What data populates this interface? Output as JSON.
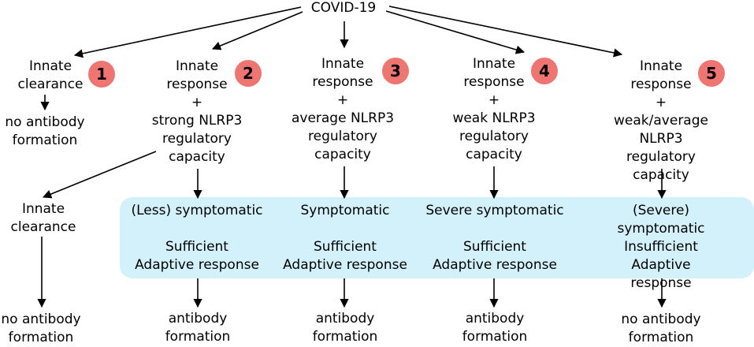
{
  "colors": {
    "badge": "#f07470",
    "band": "#d3f1fa",
    "arrow": "#000000"
  },
  "root": {
    "label": "COVID-19"
  },
  "scenarios": [
    {
      "number": "1",
      "innate": "Innate\nclearance",
      "outcome": "no antibody\nformation",
      "branch": {
        "innate": "Innate\nclearance",
        "outcome": "no antibody\nformation"
      }
    },
    {
      "number": "2",
      "innate": "Innate\nresponse\n+\nstrong NLRP3\nregulatory\ncapacity",
      "symptoms": "(Less) symptomatic",
      "adaptive": "Sufficient\nAdaptive response",
      "outcome": "antibody\nformation"
    },
    {
      "number": "3",
      "innate": "Innate\nresponse\n+\naverage NLRP3\nregulatory\ncapacity",
      "symptoms": "Symptomatic",
      "adaptive": "Sufficient\nAdaptive response",
      "outcome": "antibody\nformation"
    },
    {
      "number": "4",
      "innate": "Innate\nresponse\n+\nweak NLRP3\nregulatory\ncapacity",
      "symptoms": "Severe symptomatic",
      "adaptive": "Sufficient\nAdaptive response",
      "outcome": "antibody\nformation"
    },
    {
      "number": "5",
      "innate": "Innate\nresponse\n+\nweak/average NLRP3\nregulatory\ncapacity",
      "symptoms": "(Severe) symptomatic",
      "adaptive": "Insufficient\nAdaptive response",
      "outcome": "no antibody\nformation"
    }
  ]
}
